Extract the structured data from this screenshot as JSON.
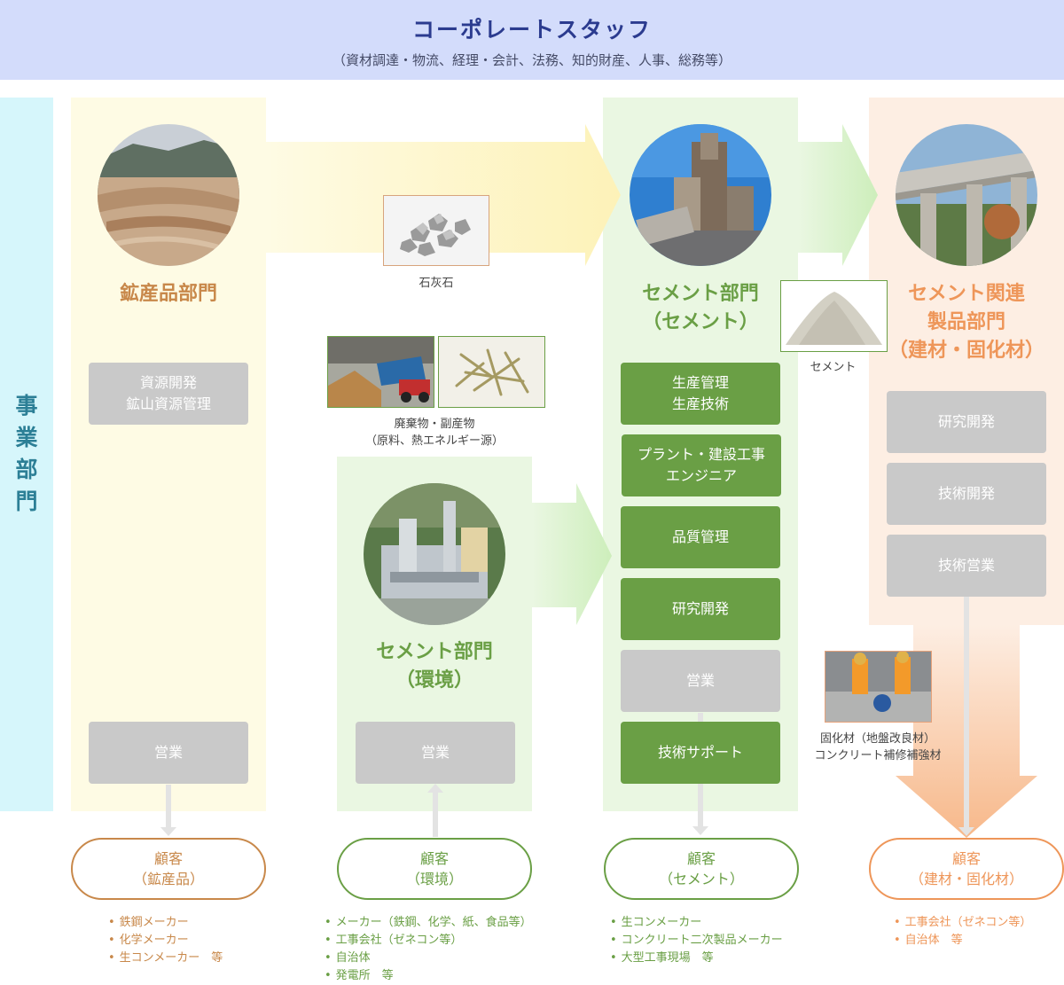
{
  "header": {
    "title": "コーポレートスタッフ",
    "subtitle": "（資材調達・物流、経理・会計、法務、知的財産、人事、総務等）"
  },
  "side_label": "事\n業\n部\n門",
  "mining": {
    "title": "鉱産品部門",
    "boxes": [
      "資源開発\n鉱山資源管理",
      "営業"
    ],
    "customer": {
      "title": "顧客",
      "sub": "（鉱産品）"
    },
    "customers_list": [
      "鉄鋼メーカー",
      "化学メーカー",
      "生コンメーカー　等"
    ]
  },
  "environment": {
    "title_line1": "セメント部門",
    "title_line2": "（環境）",
    "boxes": [
      "営業"
    ],
    "customer": {
      "title": "顧客",
      "sub": "（環境）"
    },
    "customers_list": [
      "メーカー（鉄鋼、化学、紙、食品等）",
      "工事会社（ゼネコン等）",
      "自治体",
      "発電所　等"
    ]
  },
  "cement": {
    "title_line1": "セメント部門",
    "title_line2": "（セメント）",
    "boxes_green": [
      "生産管理\n生産技術",
      "プラント・建設工事\nエンジニア",
      "品質管理",
      "研究開発"
    ],
    "box_grey": "営業",
    "box_support": "技術サポート",
    "customer": {
      "title": "顧客",
      "sub": "（セメント）"
    },
    "customers_list": [
      "生コンメーカー",
      "コンクリート二次製品メーカー",
      "大型工事現場　等"
    ]
  },
  "related": {
    "title_lines": [
      "セメント関連",
      "製品部門",
      "（建材・固化材）"
    ],
    "boxes": [
      "研究開発",
      "技術開発",
      "技術営業"
    ],
    "customer": {
      "title": "顧客",
      "sub": "（建材・固化材）"
    },
    "customers_list": [
      "工事会社（ゼネコン等）",
      "自治体　等"
    ]
  },
  "captions": {
    "limestone": "石灰石",
    "waste": "廃棄物・副産物\n（原料、熱エネルギー源）",
    "cement_powder": "セメント",
    "solidifier": "固化材（地盤改良材）\nコンクリート補修補強材"
  },
  "colors": {
    "mining_bg": "#fefbe4",
    "mining_accent": "#c8884a",
    "env_bg": "#eaf7e2",
    "green_accent": "#6a9f45",
    "related_bg": "#fdeee3",
    "related_accent": "#ee9659"
  }
}
